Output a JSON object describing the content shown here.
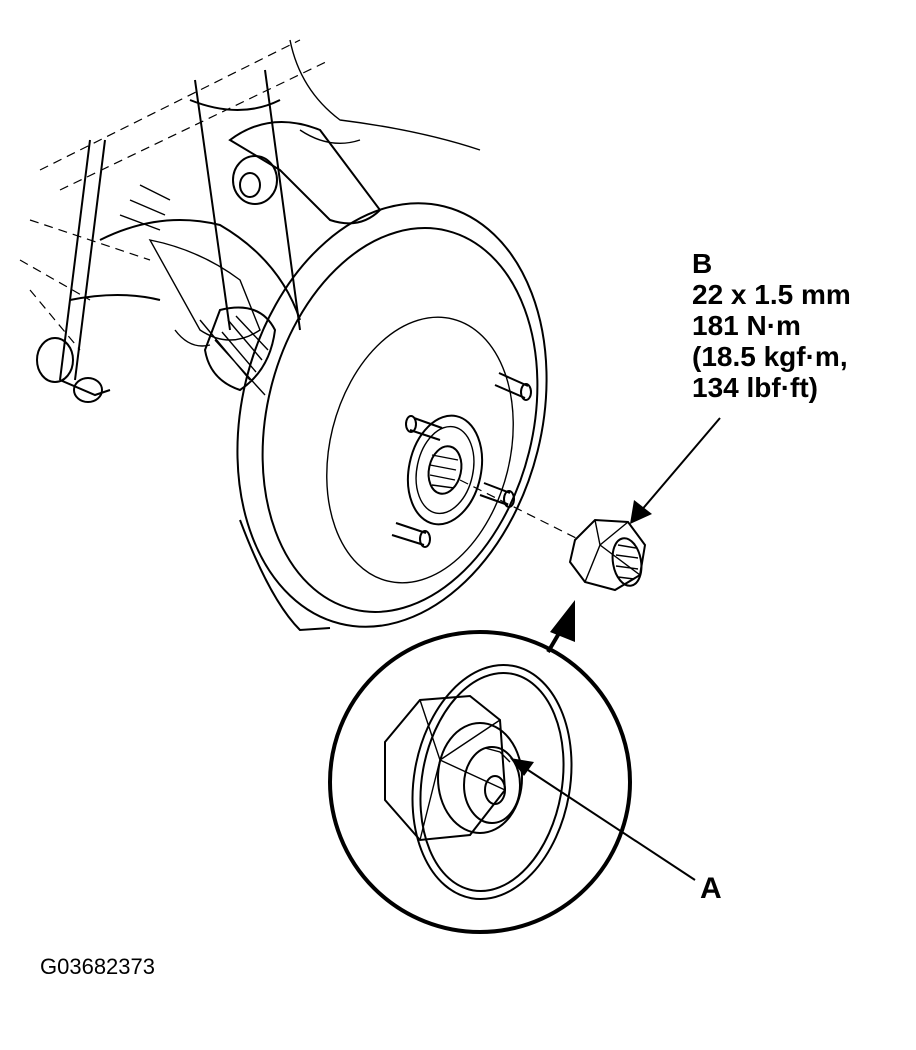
{
  "callout_b": {
    "letter": "B",
    "thread": "22 x 1.5 mm",
    "torque_nm": "181 N·m",
    "torque_kgfm": "(18.5 kgf·m,",
    "torque_lbfft": "134 lbf·ft)"
  },
  "callout_a": {
    "letter": "A"
  },
  "figure_id": "G03682373"
}
